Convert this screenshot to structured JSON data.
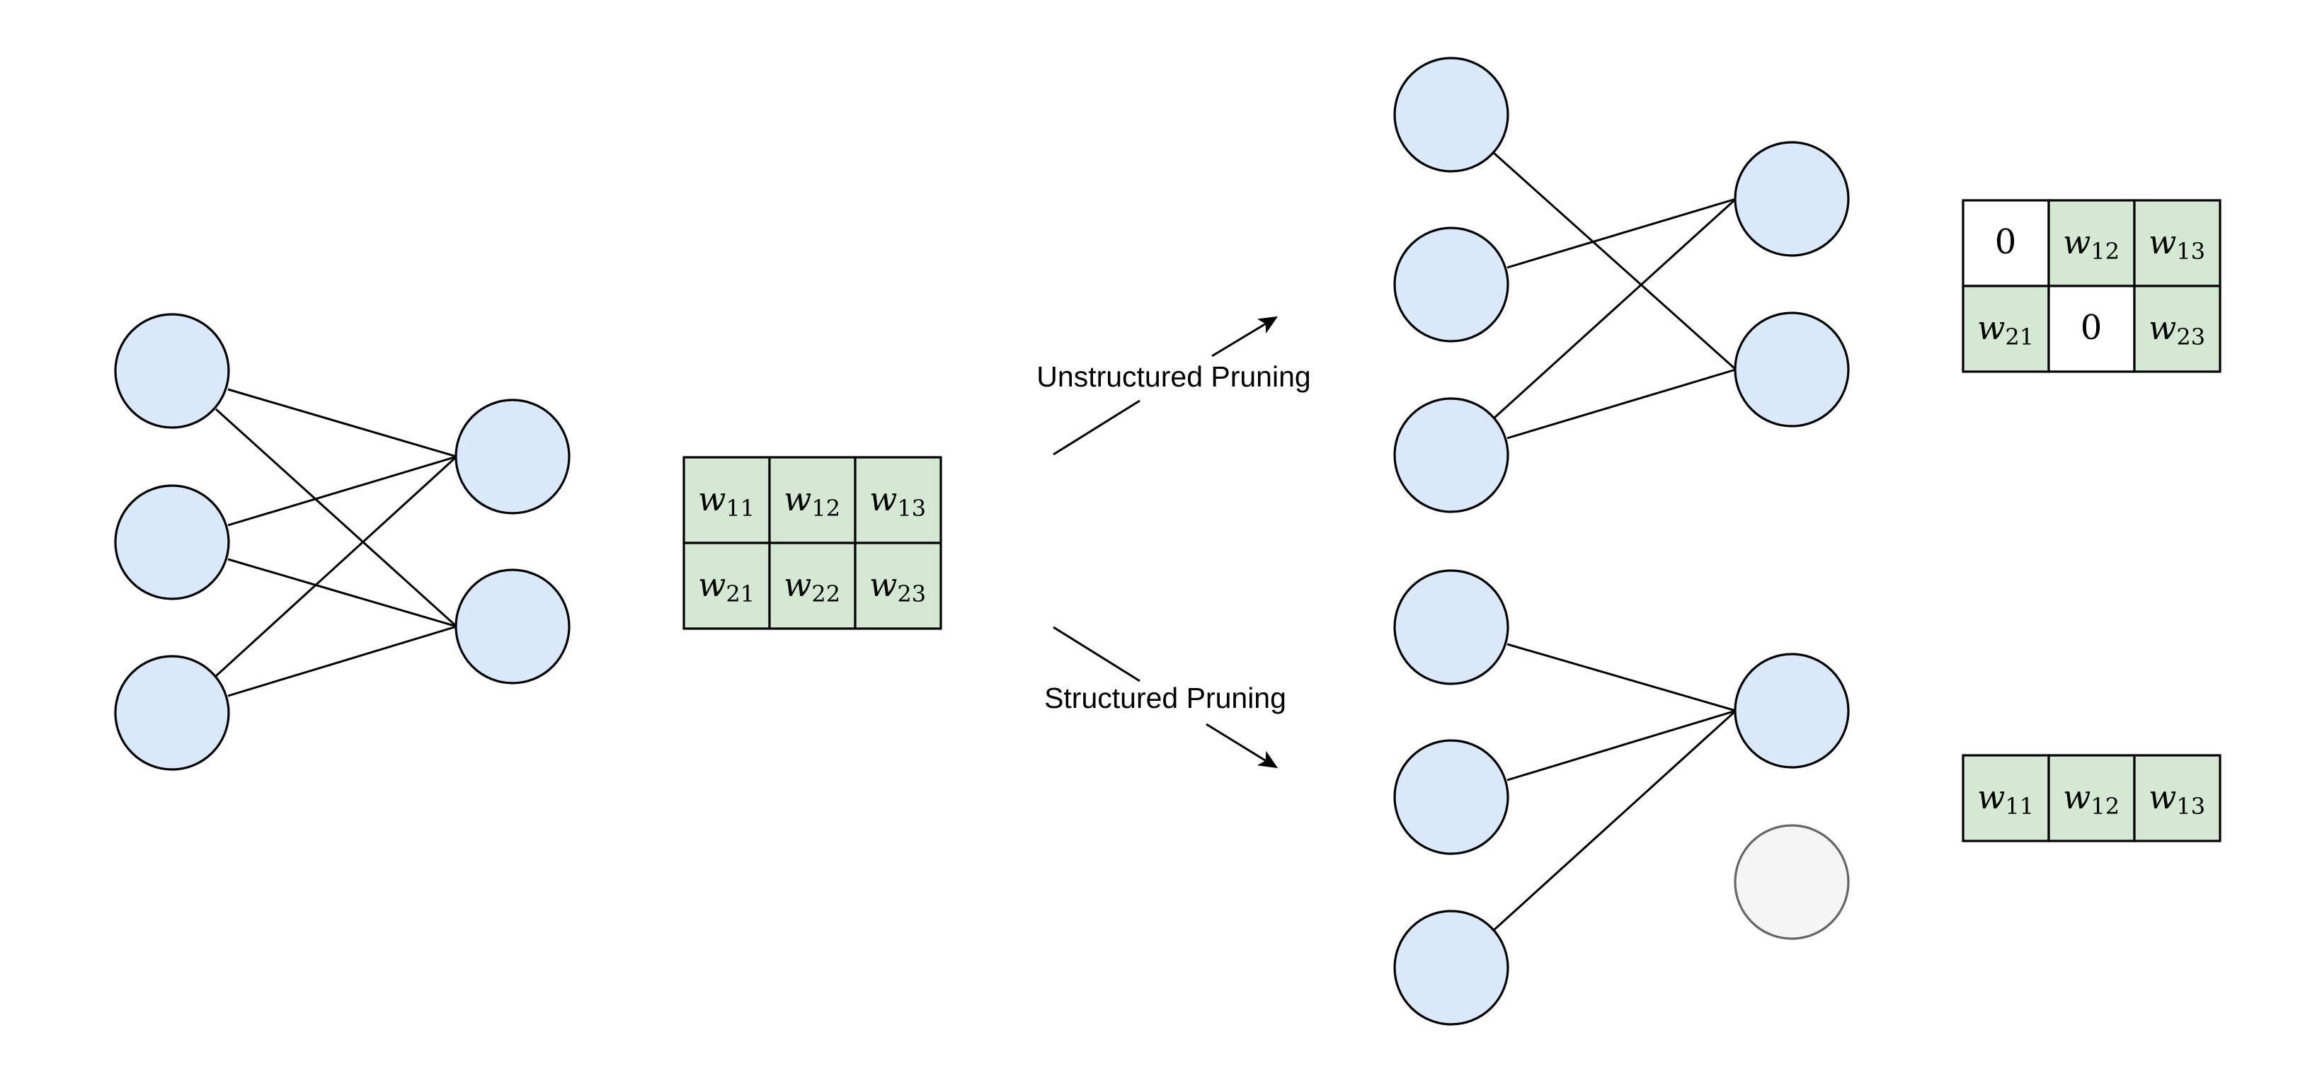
{
  "labels": {
    "unstructured": "Unstructured Pruning",
    "structured": "Structured Pruning"
  },
  "matrices": {
    "original": [
      [
        "w11",
        "w12",
        "w13"
      ],
      [
        "w21",
        "w22",
        "w23"
      ]
    ],
    "unstructured": [
      [
        "0",
        "w12",
        "w13"
      ],
      [
        "w21",
        "0",
        "w23"
      ]
    ],
    "structured": [
      [
        "w11",
        "w12",
        "w13"
      ]
    ]
  },
  "colors": {
    "neuron_fill": "#dae8fc",
    "pruned_neuron_fill": "#f5f5f5",
    "weight_cell_fill": "#d5e8d4",
    "zero_cell_fill": "#ffffff"
  }
}
